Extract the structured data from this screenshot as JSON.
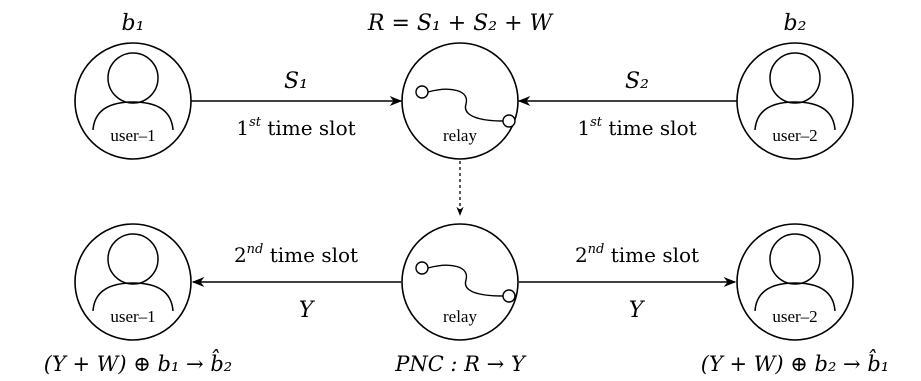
{
  "nodes": {
    "user1_top": {
      "label": "user–1",
      "bit": "b₁"
    },
    "user2_top": {
      "label": "user–2",
      "bit": "b₂"
    },
    "relay_top": {
      "label": "relay",
      "equation": "R = S₁ + S₂ + W"
    },
    "user1_bottom": {
      "label": "user–1",
      "equation": "(Y + W) ⊕ b₁ → b̂₂"
    },
    "user2_bottom": {
      "label": "user–2",
      "equation": "(Y + W) ⊕ b₂ → b̂₁"
    },
    "relay_bottom": {
      "label": "relay",
      "equation": "PNC : R → Y"
    }
  },
  "edges": {
    "user1_to_relay": {
      "signal": "S₁",
      "slot_prefix": "1",
      "slot_sup": "st",
      "slot_text": " time slot"
    },
    "user2_to_relay": {
      "signal": "S₂",
      "slot_prefix": "1",
      "slot_sup": "st",
      "slot_text": " time slot"
    },
    "relay_to_user1": {
      "signal": "Y",
      "slot_prefix": "2",
      "slot_sup": "nd",
      "slot_text": " time slot"
    },
    "relay_to_user2": {
      "signal": "Y",
      "slot_prefix": "2",
      "slot_sup": "nd",
      "slot_text": " time slot"
    }
  }
}
